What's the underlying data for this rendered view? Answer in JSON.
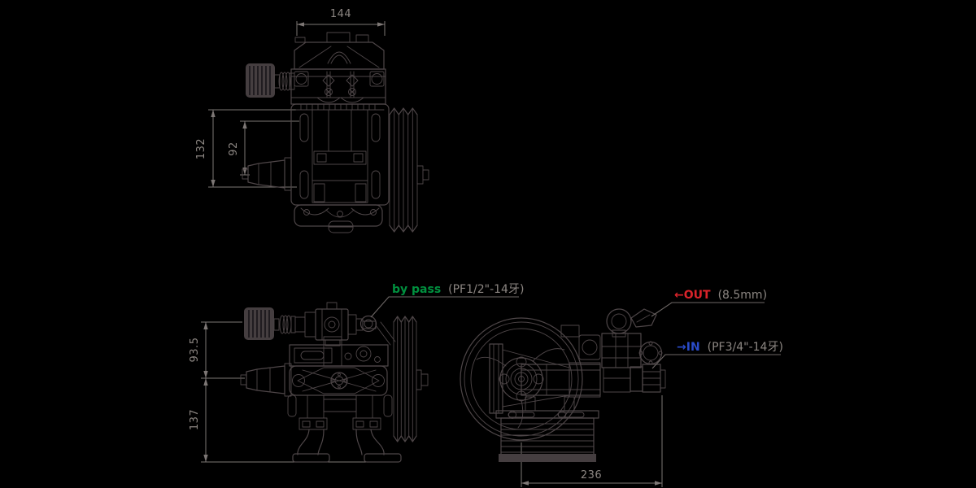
{
  "drawing": {
    "background_color": "#000000",
    "line_color": "#4e4648",
    "dim_line_color": "#7d7775",
    "dim_text_color": "#8c8682"
  },
  "dimensions": {
    "top_width": "144",
    "top_height": "132",
    "top_inner_height": "92",
    "front_upper_height": "93.5",
    "front_lower_height": "137",
    "side_width": "236"
  },
  "labels": {
    "by_pass": {
      "text": "by pass",
      "spec": "(PF1/2\"-14牙)",
      "color": "#00913f"
    },
    "out": {
      "text": "←OUT",
      "spec": "(8.5mm)",
      "color": "#d9232a"
    },
    "in": {
      "text": "→IN",
      "spec": "(PF3/4\"-14牙)",
      "color": "#2a4bc9"
    }
  }
}
